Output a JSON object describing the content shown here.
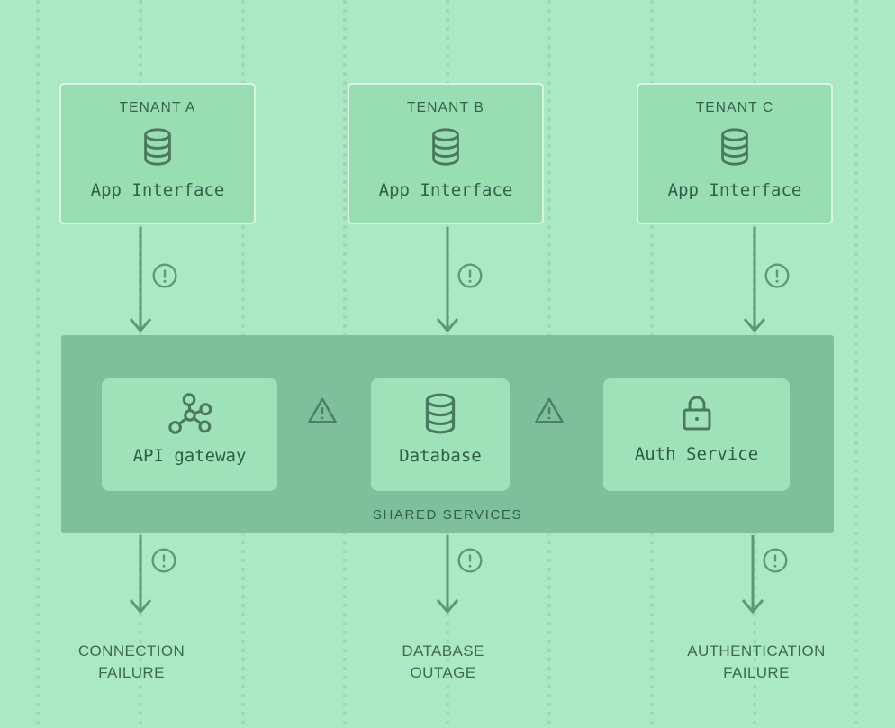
{
  "palette": {
    "background": "#abe9c5",
    "band": "#7ec09b",
    "tenant_fill": "#99ddb3",
    "tenant_border": "#d9f6e3",
    "service_fill": "#9fe2ba",
    "ink_dark": "#33604a",
    "ink_icon": "#4a795f",
    "arrow": "#5f977b"
  },
  "tenants": [
    {
      "name": "TENANT A",
      "label": "App Interface",
      "icon": "database-icon"
    },
    {
      "name": "TENANT B",
      "label": "App Interface",
      "icon": "database-icon"
    },
    {
      "name": "TENANT C",
      "label": "App Interface",
      "icon": "database-icon"
    }
  ],
  "shared": {
    "title": "SHARED SERVICES",
    "services": [
      {
        "label": "API gateway",
        "icon": "network-icon"
      },
      {
        "label": "Database",
        "icon": "database-icon"
      },
      {
        "label": "Auth Service",
        "icon": "lock-icon"
      }
    ],
    "warning_icons": [
      "warning-triangle-icon",
      "warning-triangle-icon"
    ]
  },
  "alert_icon": "exclamation-circle-icon",
  "failures": [
    {
      "line1": "CONNECTION",
      "line2": "FAILURE"
    },
    {
      "line1": "DATABASE",
      "line2": "OUTAGE"
    },
    {
      "line1": "AUTHENTICATION",
      "line2": "FAILURE"
    }
  ]
}
